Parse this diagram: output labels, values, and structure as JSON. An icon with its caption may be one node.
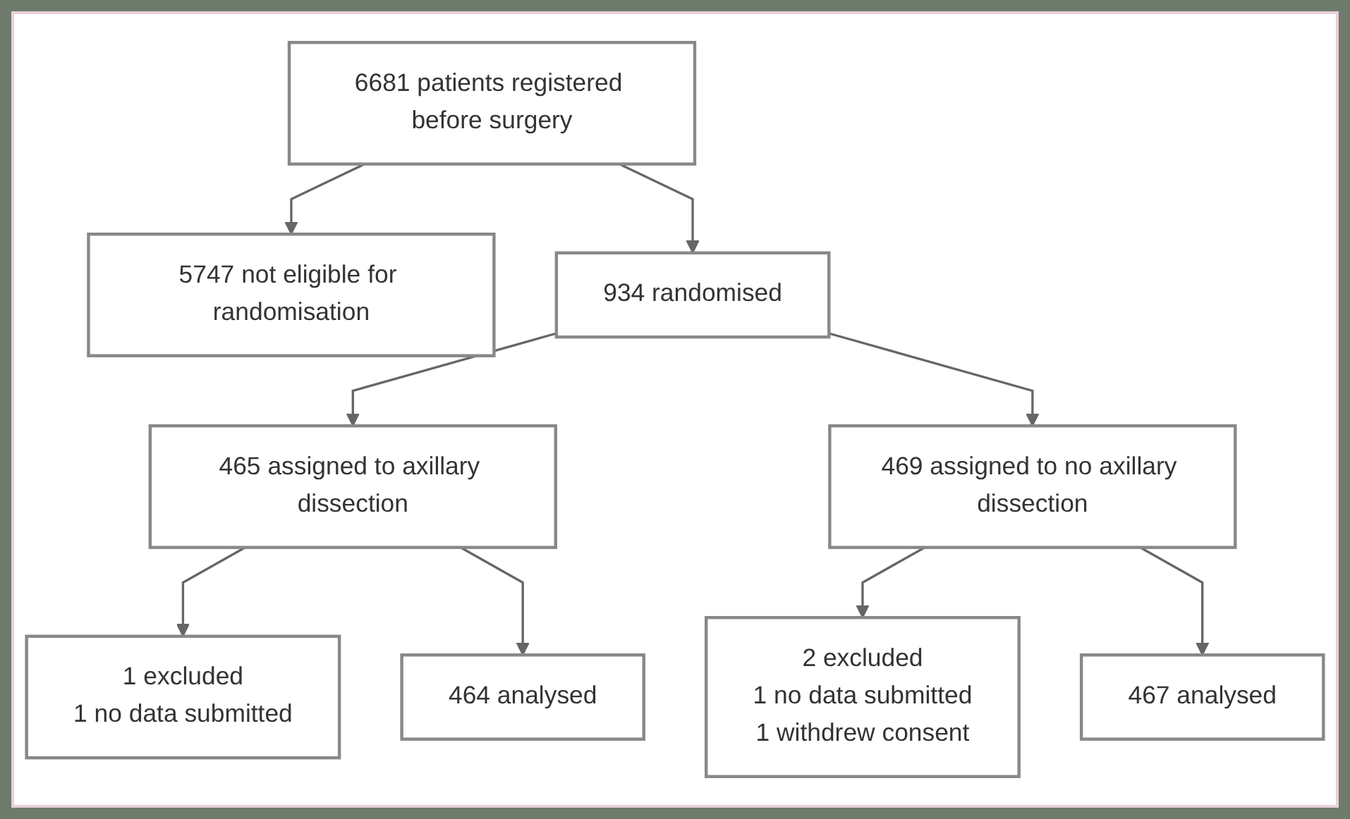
{
  "diagram": {
    "nodes": [
      {
        "text": [
          "6681 patients registered before surgery"
        ]
      },
      {
        "text": [
          "5747 not eligible for randomisation"
        ]
      },
      {
        "text": [
          "934 randomised"
        ]
      },
      {
        "text": [
          "465 assigned to axillary dissection"
        ]
      },
      {
        "text": [
          "469 assigned to no axillary dissection"
        ]
      },
      {
        "text": [
          "1 excluded",
          "1 no data submitted"
        ]
      },
      {
        "text": [
          "2 excluded",
          "1 no data submitted",
          "1 withdrew consent"
        ]
      },
      {
        "text": [
          "464 analysed"
        ]
      },
      {
        "text": [
          "467 analysed"
        ]
      }
    ],
    "edges": [
      {
        "from": 0,
        "to": 2,
        "arrow": "to"
      },
      {
        "from": 0,
        "to": 1,
        "arrow": "to"
      },
      {
        "from": 2,
        "to": 3,
        "arrow": "to"
      },
      {
        "from": 2,
        "to": 4,
        "arrow": "to"
      },
      {
        "from": 3,
        "to": 5,
        "arrow": "to"
      },
      {
        "from": 3,
        "to": 7,
        "arrow": "to"
      },
      {
        "from": 4,
        "to": 6,
        "arrow": "to"
      },
      {
        "from": 4,
        "to": 8,
        "arrow": "to"
      }
    ]
  }
}
